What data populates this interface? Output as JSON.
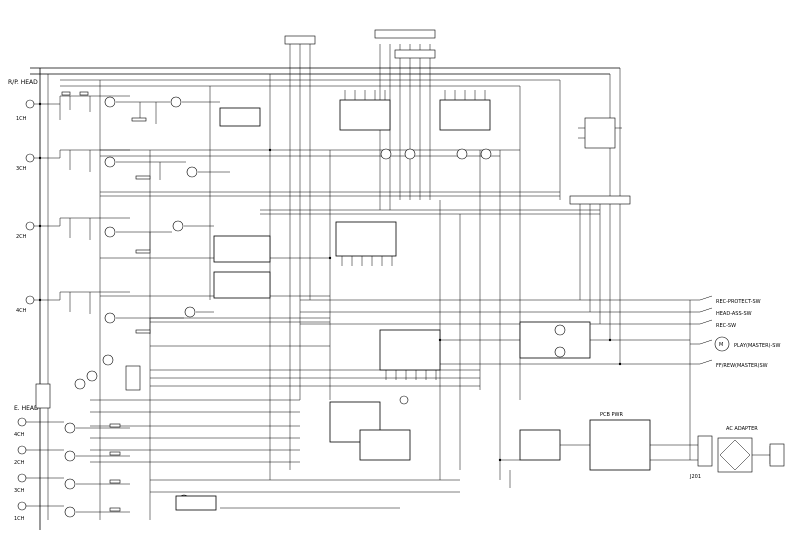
{
  "diagram": {
    "head_labels": {
      "rp_head": "R/P. HEAD",
      "e_head": "E. HEAD"
    },
    "rp_channels": [
      "1CH",
      "3CH",
      "2CH",
      "4CH"
    ],
    "e_channels": [
      "4CH",
      "2CH",
      "3CH",
      "1CH"
    ],
    "switch_labels": [
      "REC-PROTECT-SW",
      "HEAD-ASS-SW",
      "REC-SW",
      "PLAY(MASTER)-SW",
      "FF/REW(MASTER)SW"
    ],
    "power_labels": {
      "pcb": "PCB PWR",
      "jack": "J201",
      "adapter": "AC ADAPTER"
    }
  }
}
